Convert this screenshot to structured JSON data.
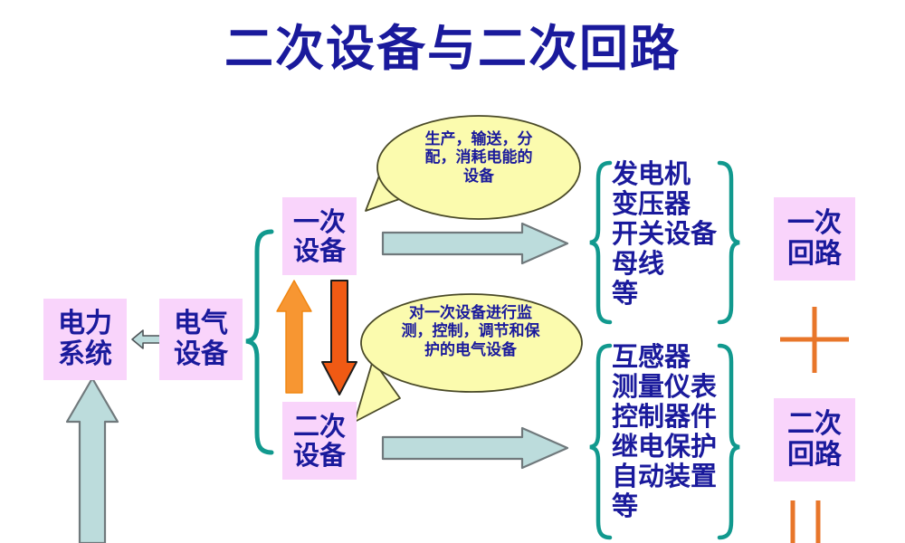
{
  "title": "二次设备与二次回路",
  "colors": {
    "title_blue": "#1a1a9c",
    "box_pink": "#f9d4fb",
    "text_blue": "#1a1a9c",
    "brace_teal": "#11998e",
    "callout_yellow": "#fbfbae",
    "arrow_blue": "#bcdcdc",
    "arrow_orange_up": "#f79632",
    "arrow_orange_down": "#f05a14",
    "plus_orange": "#e8762a"
  },
  "boxes": {
    "power_system": {
      "line1": "电力",
      "line2": "系统"
    },
    "electrical_equipment": {
      "line1": "电气",
      "line2": "设备"
    },
    "primary_device": {
      "line1": "一次",
      "line2": "设备"
    },
    "secondary_device": {
      "line1": "二次",
      "line2": "设备"
    },
    "primary_circuit": {
      "line1": "一次",
      "line2": "回路"
    },
    "secondary_circuit": {
      "line1": "二次",
      "line2": "回路"
    }
  },
  "lists": {
    "primary_items": [
      "发电机",
      "变压器",
      "开关设备",
      "母线",
      "等"
    ],
    "secondary_items": [
      "互感器",
      "测量仪表",
      "控制器件",
      "继电保护",
      "自动装置",
      "等"
    ]
  },
  "callouts": {
    "primary": {
      "line1": "生产，输送，分",
      "line2": "配，消耗电能的",
      "line3": "设备"
    },
    "secondary": {
      "line1": "对一次设备进行监",
      "line2": "测，控制，调节和保",
      "line3": "护的电气设备"
    }
  },
  "signs": {
    "plus": "+",
    "equals": "="
  },
  "icons": {
    "double_arrow": "double-headed-arrow-icon",
    "right_arrow_primary": "right-block-arrow-icon",
    "right_arrow_secondary": "right-block-arrow-icon",
    "up_arrow_input": "up-block-arrow-icon",
    "up_arrow_orange": "up-orange-arrow-icon",
    "down_arrow_orange": "down-orange-arrow-icon",
    "brace_equipment": "left-brace-icon",
    "brace_primary_left": "left-brace-icon",
    "brace_primary_right": "right-brace-icon",
    "brace_secondary_left": "left-brace-icon",
    "brace_secondary_right": "right-brace-icon"
  }
}
